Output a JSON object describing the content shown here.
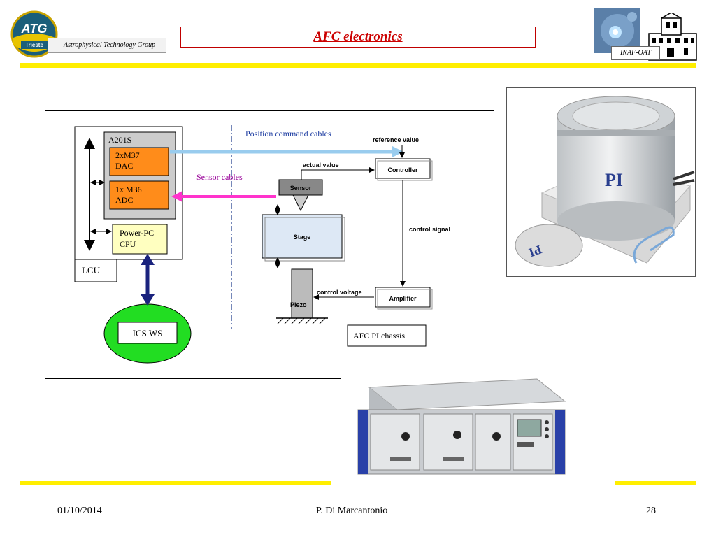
{
  "header": {
    "title": "AFC electronics",
    "left_logo": {
      "text": "ATG",
      "subtext": "Trieste",
      "label": "Astrophysical Technology Group"
    },
    "right_logo": {
      "label": "INAF-OAT"
    }
  },
  "diagram": {
    "a201s": "A201S",
    "dac": {
      "line1": "2xM37",
      "line2": "DAC"
    },
    "adc": {
      "line1": "1x M36",
      "line2": "ADC"
    },
    "cpu": {
      "line1": "Power-PC",
      "line2": "CPU"
    },
    "lcu": "LCU",
    "ics": "ICS WS",
    "position_cables": "Position command cables",
    "sensor_cables": "Sensor cables",
    "reference_value": "reference value",
    "actual_value": "actual value",
    "controller": "Controller",
    "sensor": "Sensor",
    "stage": "Stage",
    "control_signal": "control signal",
    "control_voltage": "control voltage",
    "amplifier": "Amplifier",
    "piezo": "Piezo",
    "chassis": "AFC PI chassis"
  },
  "photos": {
    "stage_logo": "PI",
    "disc_logo": "PI"
  },
  "footer": {
    "date": "01/10/2014",
    "author": "P. Di Marcantonio",
    "page": "28"
  },
  "colors": {
    "accent_yellow": "#ffee00",
    "title_red": "#cc0000",
    "box_orange": "#ff8c1a",
    "box_yellow": "#ffffc0",
    "ics_green": "#22dd22",
    "arrow_blue": "#99ccee",
    "arrow_magenta": "#ff33cc",
    "arrow_navy": "#1a237e"
  }
}
